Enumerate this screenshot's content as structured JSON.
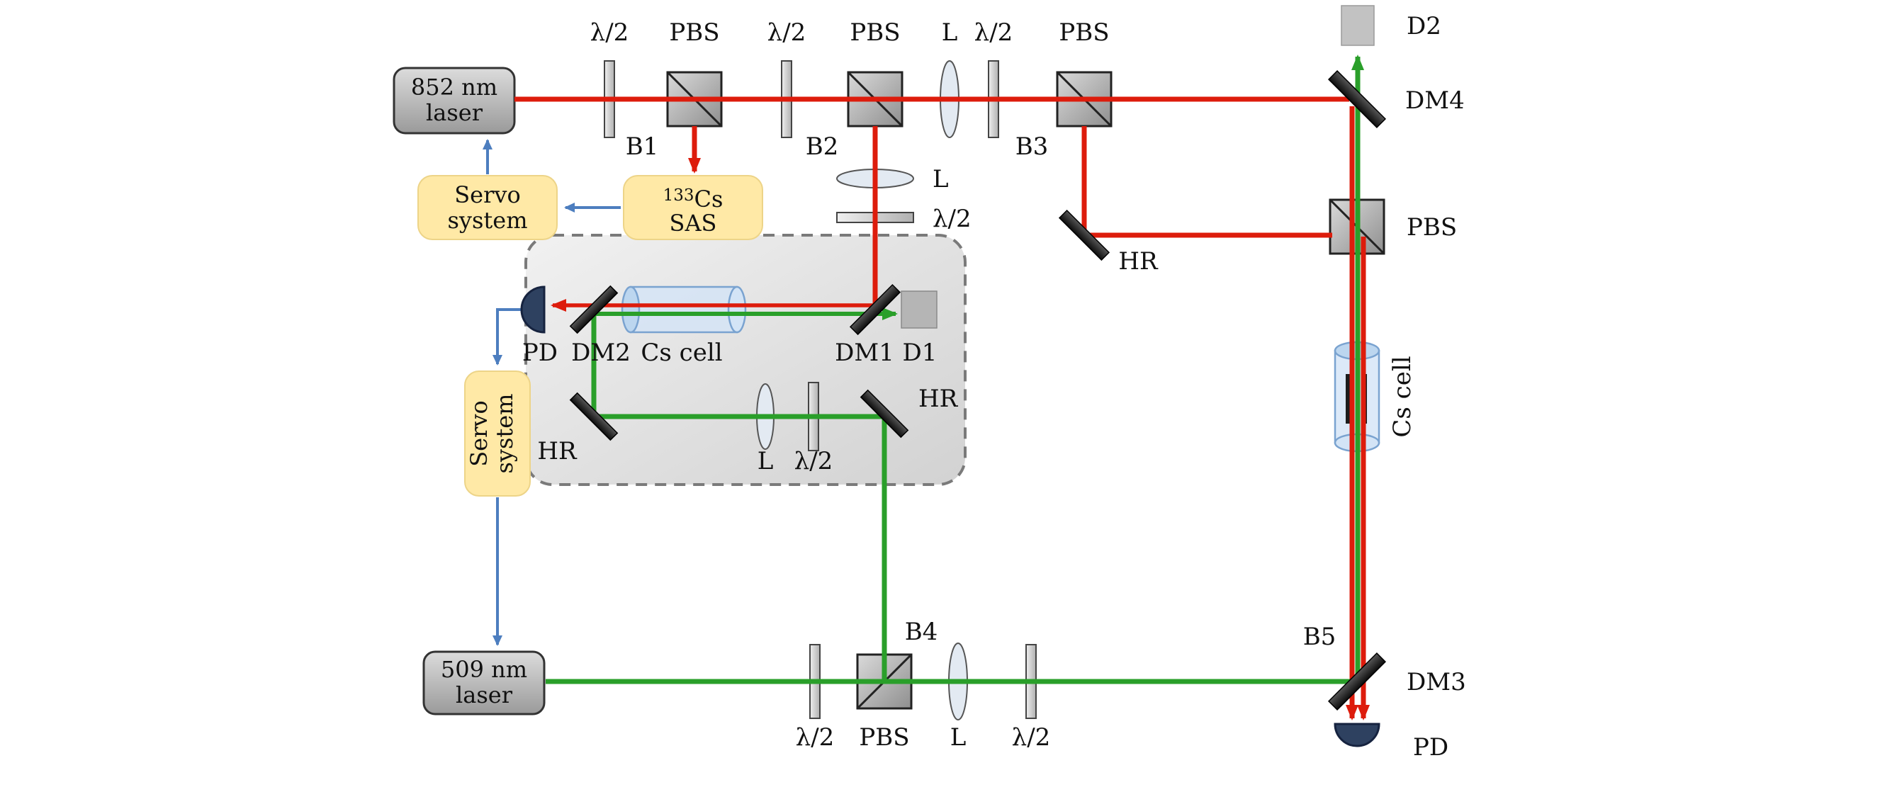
{
  "figure": "optical-experimental-setup",
  "colors": {
    "red_beam": "#dd1c0c",
    "green_beam": "#2a9f2a",
    "blue_signal": "#4d7ebf",
    "yellow_box": "#ffe9a6",
    "gray_box": "#b9b9b9"
  },
  "devices": {
    "laser852": {
      "line1": "852 nm",
      "line2": "laser"
    },
    "laser509": {
      "line1": "509 nm",
      "line2": "laser"
    },
    "servo1": {
      "line1": "Servo",
      "line2": "system"
    },
    "servo2": {
      "line1": "Servo",
      "line2": "system"
    },
    "sas": {
      "sup": "133",
      "el": "Cs",
      "line2": "SAS"
    }
  },
  "labels": {
    "top": {
      "hwp1": "λ/2",
      "pbs1": "PBS",
      "hwp2": "λ/2",
      "pbs2": "PBS",
      "lens": "L",
      "hwp3": "λ/2",
      "pbs3": "PBS"
    },
    "splitters": {
      "b1": "B1",
      "b2": "B2",
      "b3": "B3",
      "b4": "B4",
      "b5": "B5"
    },
    "mirrors": {
      "dm1": "DM1",
      "dm2": "DM2",
      "dm3": "DM3",
      "dm4": "DM4",
      "hr_top": "HR",
      "hr_box_left": "HR",
      "hr_box_right": "HR"
    },
    "detectors": {
      "d1": "D1",
      "d2": "D2",
      "pd_left": "PD",
      "pd_bottom": "PD"
    },
    "cells": {
      "horizontal": "Cs cell",
      "vertical": "Cs cell"
    },
    "mid": {
      "lens": "L",
      "hwp": "λ/2"
    },
    "box_bottom": {
      "lens": "L",
      "hwp": "λ/2"
    },
    "bottom": {
      "hwp1": "λ/2",
      "pbs": "PBS",
      "lens": "L",
      "hwp2": "λ/2"
    },
    "right": {
      "pbs": "PBS"
    }
  }
}
